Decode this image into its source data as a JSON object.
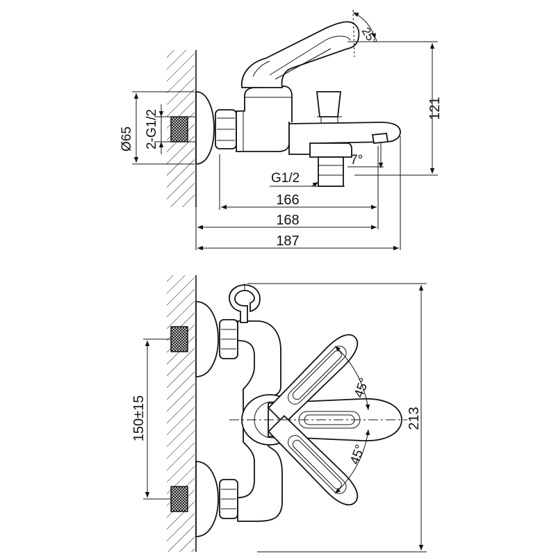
{
  "side_view": {
    "angle_lever": "25°",
    "height": "121",
    "flange_diameter": "Ø65",
    "inlet_thread": "2-G1/2",
    "spout_angle": "7°",
    "outlet_thread": "G1/2",
    "length_spout_axis": "166",
    "length_spout_tip": "168",
    "length_overall": "187"
  },
  "front_view": {
    "inlet_spacing": "150±15",
    "angle_upper": "45°",
    "angle_lower": "45°",
    "overall_height": "213"
  }
}
